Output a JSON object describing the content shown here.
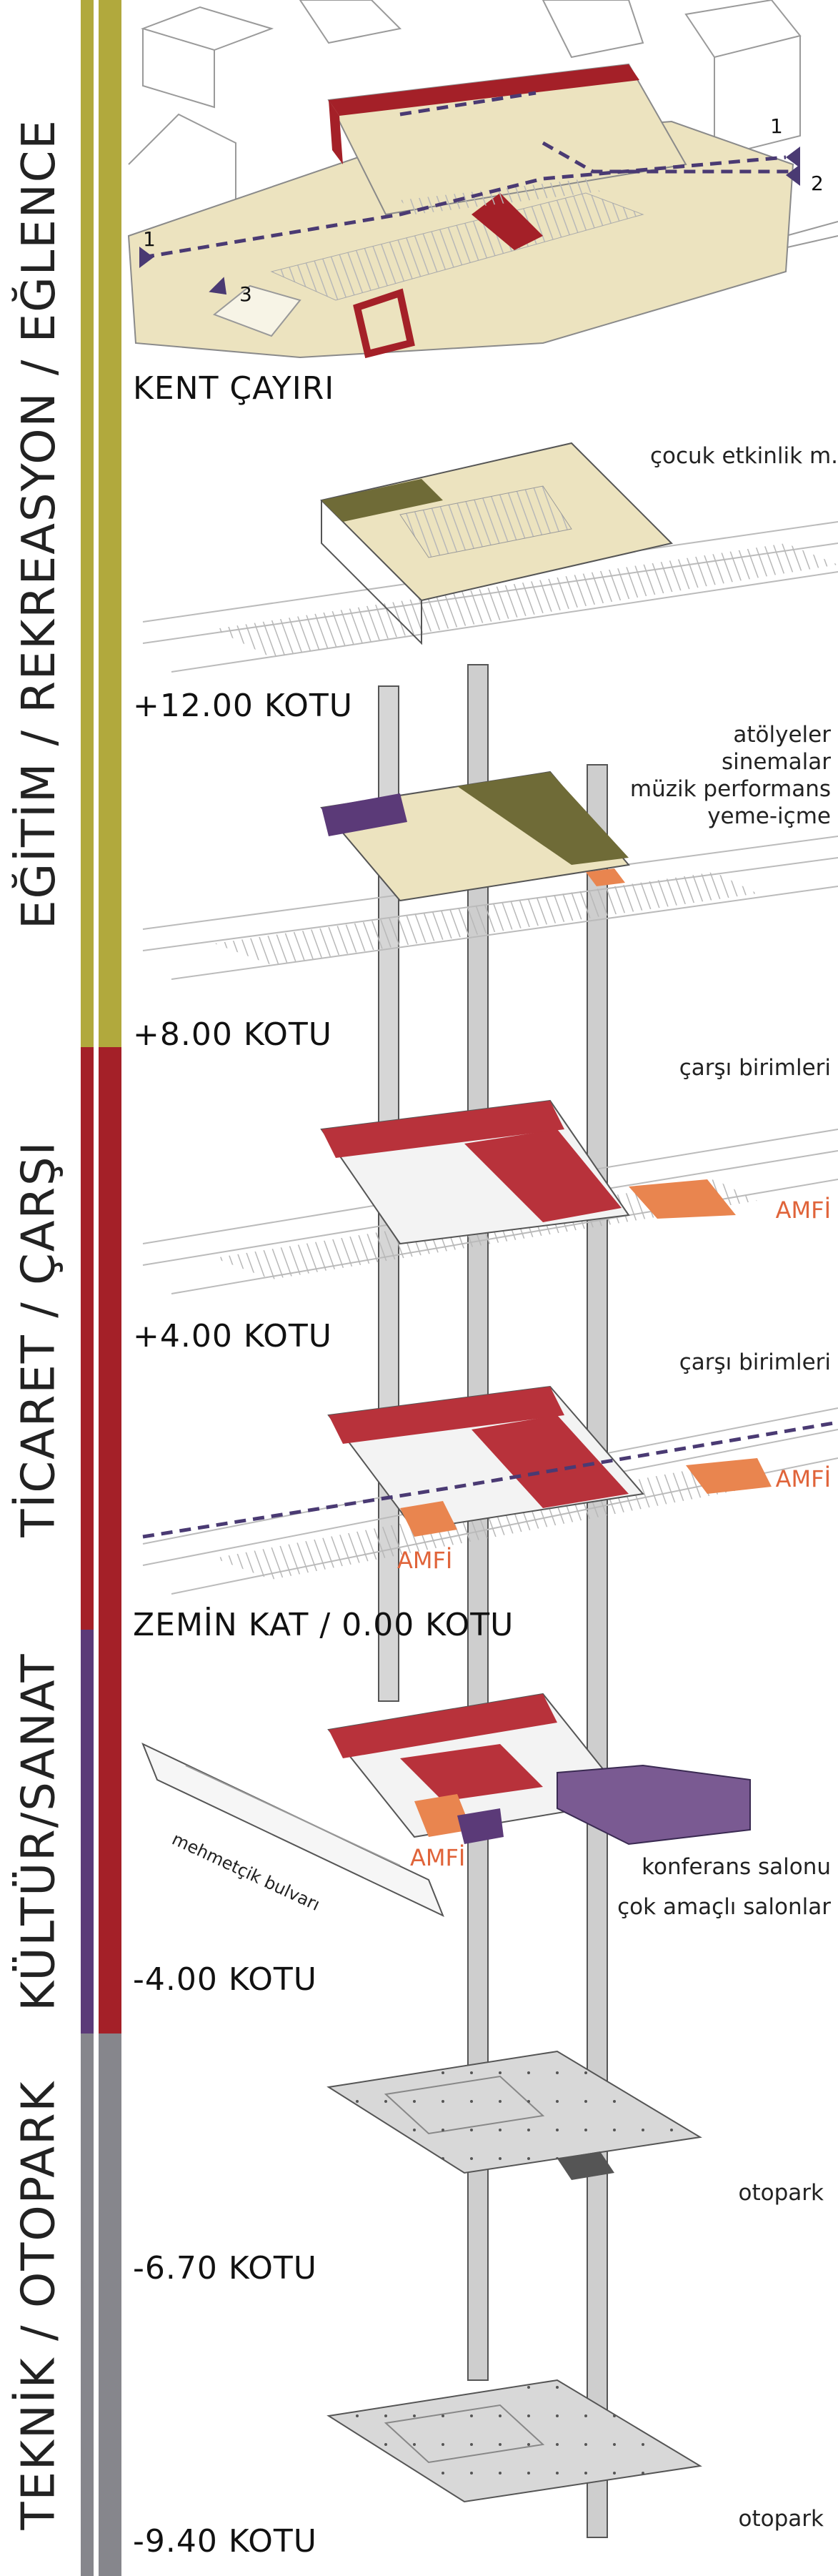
{
  "categories": [
    {
      "label": "EĞİTİM / REKREASYON / EĞLENCE",
      "color": "#b1a93d"
    },
    {
      "label": "TİCARET / ÇARŞI",
      "color": "#a42028"
    },
    {
      "label": "KÜLTÜR/SANAT",
      "color": "#5b3a78"
    },
    {
      "label": "TEKNİK / OTOPARK",
      "color": "#86868c"
    }
  ],
  "levels": [
    {
      "label": "KENT ÇAYIRI"
    },
    {
      "label": "+12.00 KOTU"
    },
    {
      "label": "+8.00 KOTU"
    },
    {
      "label": "+4.00 KOTU"
    },
    {
      "label": "ZEMİN KAT / 0.00 KOTU"
    },
    {
      "label": "-4.00 KOTU"
    },
    {
      "label": "-6.70 KOTU"
    },
    {
      "label": "-9.40 KOTU"
    }
  ],
  "notes": {
    "cocuk": "çocuk etkinlik m.",
    "atolyeler": "atölyeler",
    "sinemalar": "sinemalar",
    "muzik": "müzik performans",
    "yeme": "yeme-içme",
    "carsi1": "çarşı birimleri",
    "carsi2": "çarşı birimleri",
    "konferans": "konferans salonu",
    "cokamacli": "çok amaçlı salonlar",
    "otopark1": "otopark",
    "otopark2": "otopark",
    "bulvar": "mehmetçik bulvarı"
  },
  "amfi": [
    "AMFİ",
    "AMFİ",
    "AMFİ",
    "AMFİ"
  ],
  "path_numbers": [
    "1",
    "1",
    "2",
    "3"
  ],
  "colors": {
    "education": "#b1a93d",
    "commerce": "#a42028",
    "culture": "#5b3a78",
    "technical": "#86868c",
    "floor": "#ece3bf",
    "amfi": "#e9854f",
    "dark_olive": "#6f6b37",
    "path": "#4a3a73"
  }
}
